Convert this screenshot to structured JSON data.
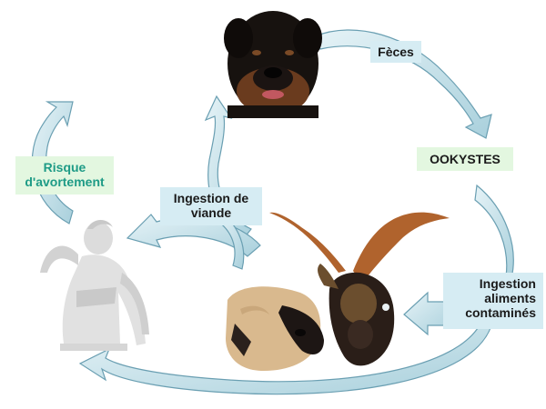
{
  "colors": {
    "arrow_fill": "#c9e3ea",
    "arrow_stroke": "#6a9fb2",
    "label_box": "#d6ecf3",
    "label_green": "#e3f7e0",
    "text_dark": "#1a1a1a",
    "text_teal": "#1e9b86"
  },
  "labels": {
    "feces": "Fèces",
    "oocysts": "OOKYSTES",
    "meat_ingestion": "Ingestion de\nviande",
    "abortion_risk": "Risque\nd'avortement",
    "food_ingestion": "Ingestion\naliments\ncontaminés"
  },
  "images": {
    "dog": "dog-head",
    "statue": "classical-statue",
    "sheep": "sheep-head",
    "goat": "horned-goat-head"
  }
}
